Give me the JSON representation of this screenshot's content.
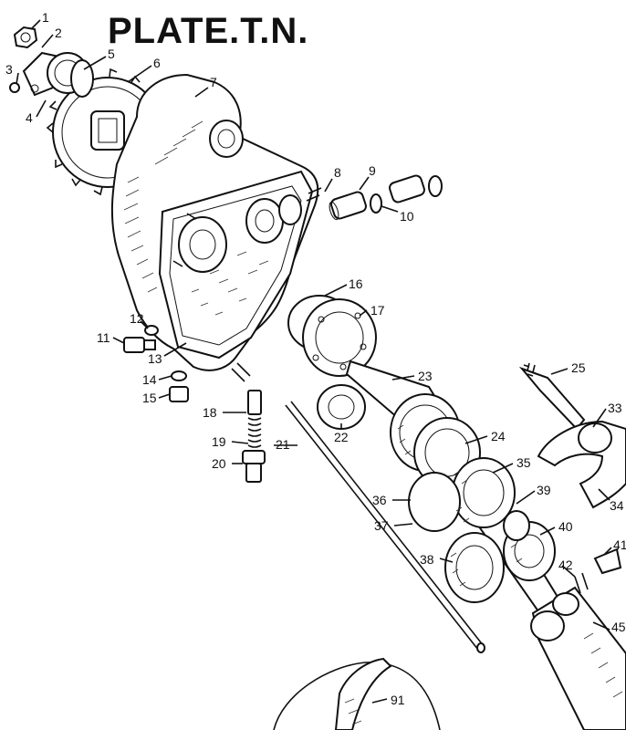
{
  "plate_title": "PLATE.T.N.",
  "callouts": [
    "1",
    "2",
    "3",
    "4",
    "5",
    "6",
    "7",
    "8",
    "9",
    "10",
    "11",
    "12",
    "13",
    "14",
    "15",
    "16",
    "17",
    "18",
    "19",
    "20",
    "21",
    "22",
    "23",
    "24",
    "25",
    "33",
    "34",
    "35",
    "36",
    "37",
    "38",
    "39",
    "40",
    "41",
    "42",
    "45",
    "91"
  ]
}
